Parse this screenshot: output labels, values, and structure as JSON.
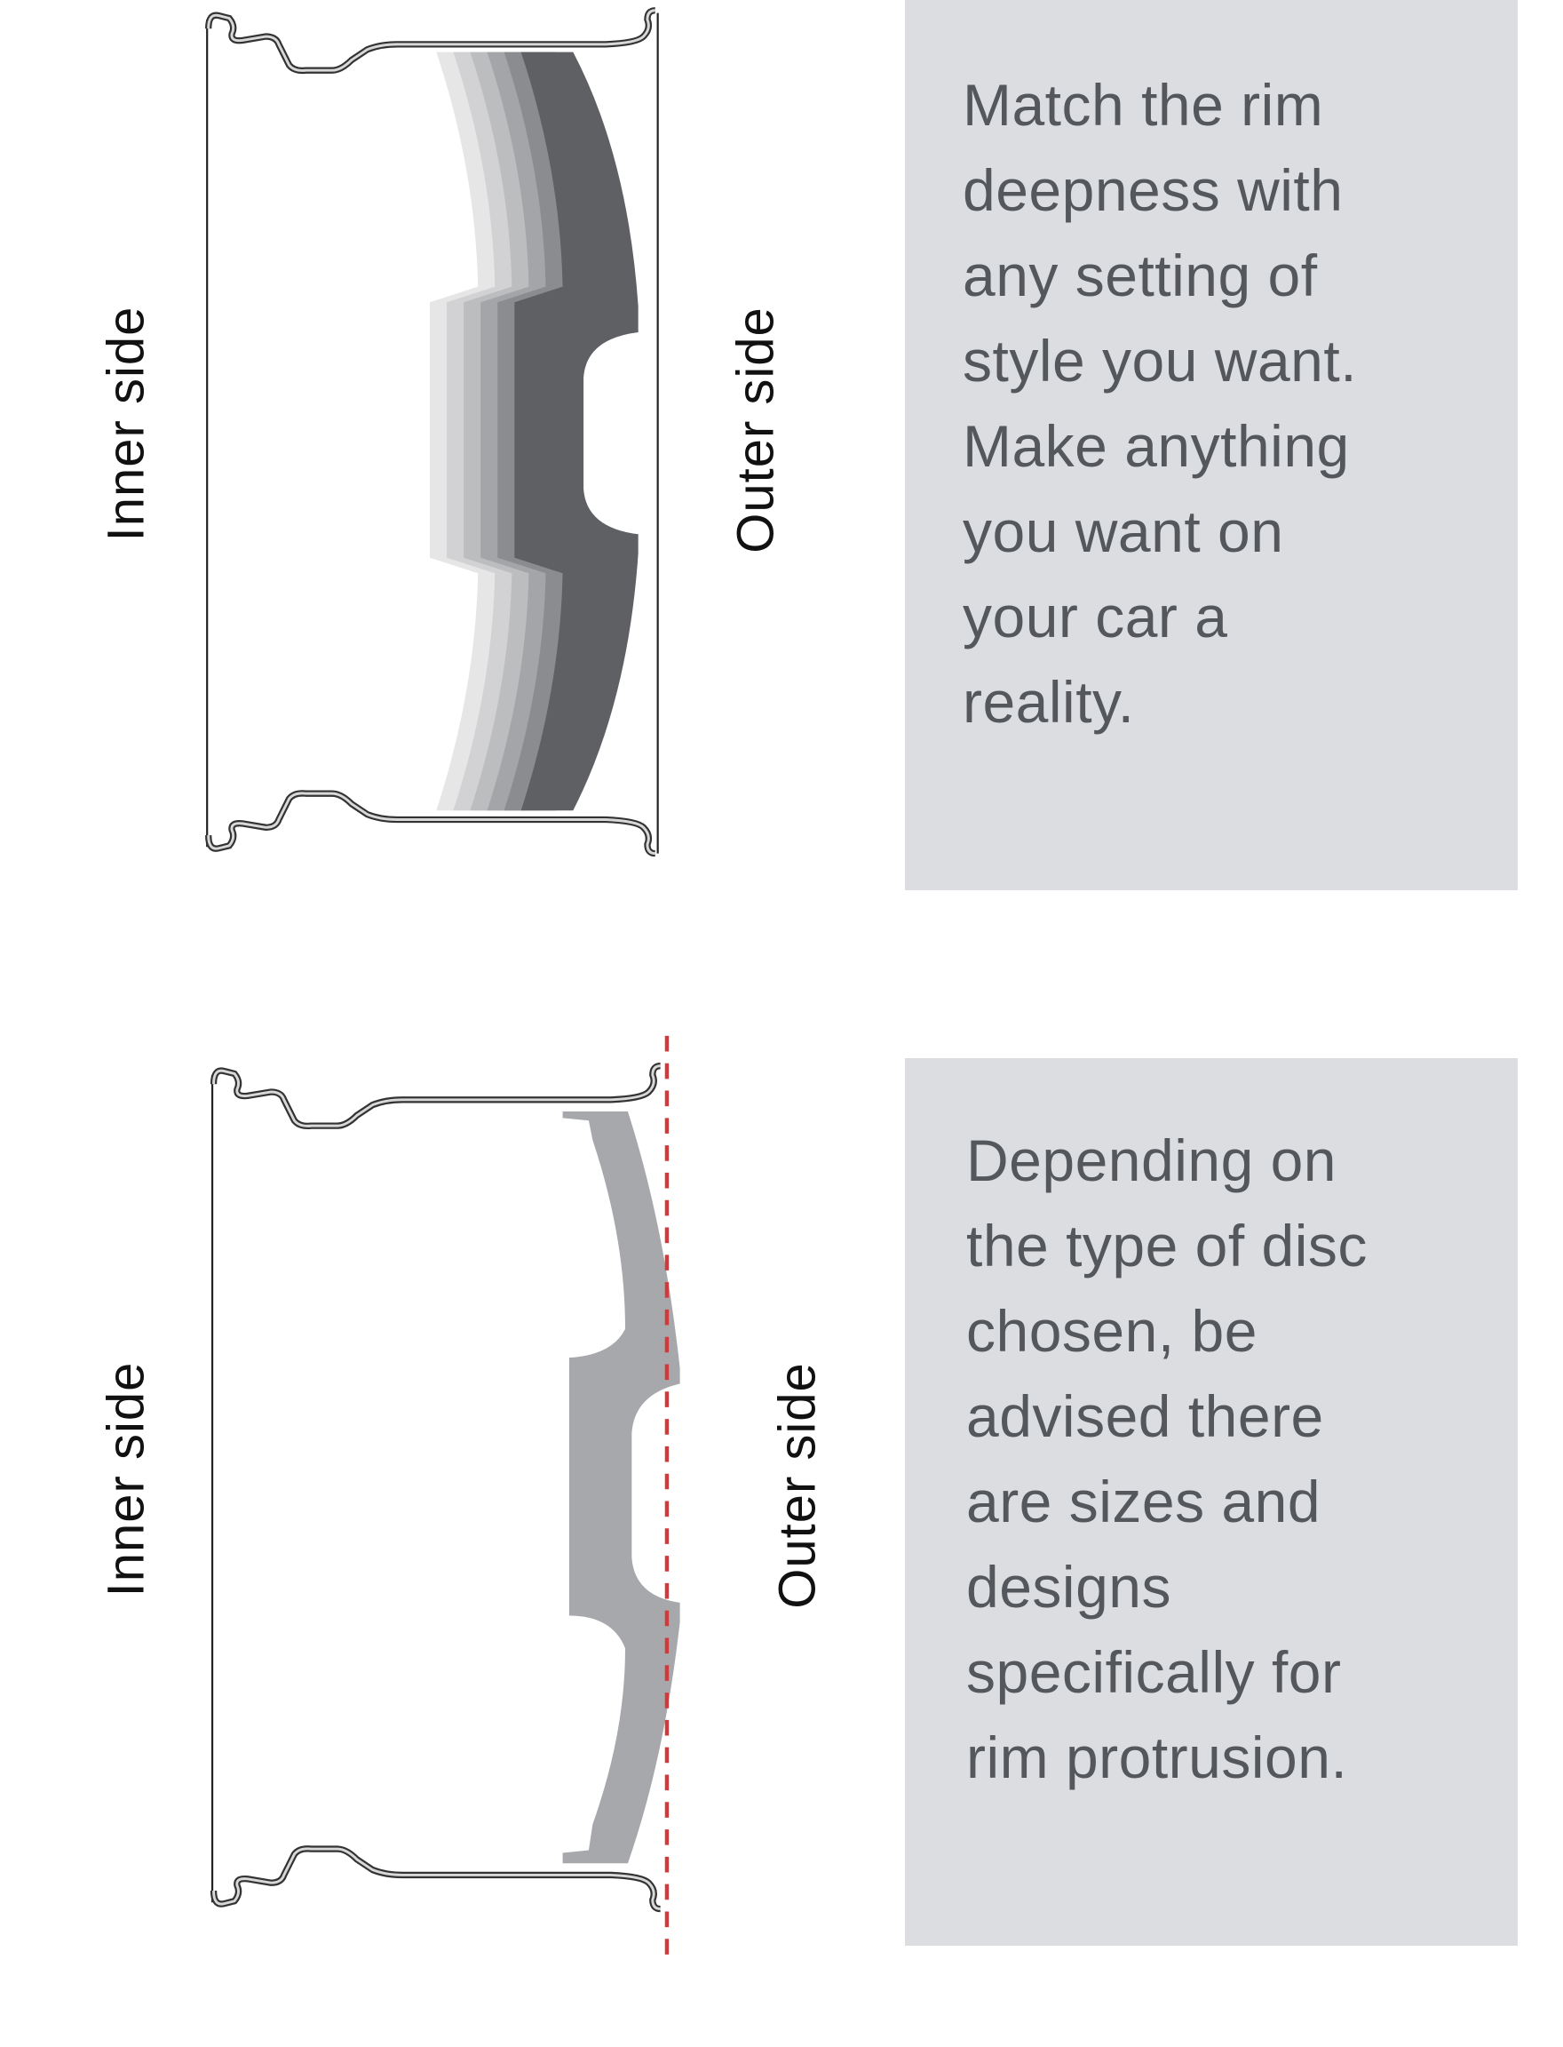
{
  "colors": {
    "panel_bg": "#dcdde0",
    "panel_text": "#54585c",
    "disc_shades": [
      "#e6e6e7",
      "#d2d2d4",
      "#bcbdbf",
      "#a4a5a8",
      "#8b8c8f",
      "#5f6064"
    ],
    "disc_single": "#a7a8ab",
    "guide_line": "#d03a3a"
  },
  "diagram1": {
    "inner_label": "Inner side",
    "outer_label": "Outer side",
    "text_lines": [
      "Match the rim",
      "deepness with",
      "any setting of",
      "style you want.",
      "Make anything",
      "you want on",
      "your car a",
      "reality."
    ]
  },
  "diagram2": {
    "inner_label": "Inner side",
    "outer_label": "Outer side",
    "text_lines": [
      "Depending on",
      "the type of disc",
      "chosen, be",
      "advised there",
      "are sizes and",
      "designs",
      "specifically for",
      "rim protrusion."
    ]
  }
}
